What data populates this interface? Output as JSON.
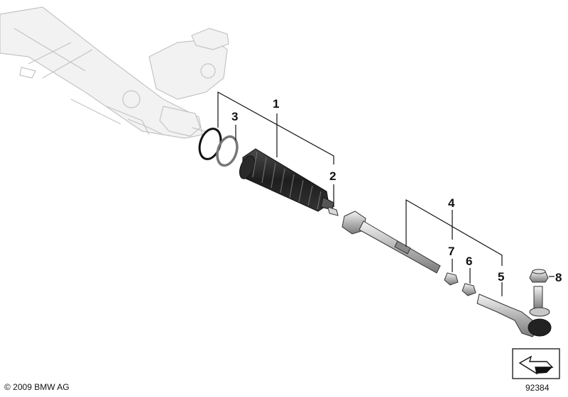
{
  "callouts": [
    {
      "id": "1",
      "label": "1"
    },
    {
      "id": "2",
      "label": "2"
    },
    {
      "id": "3",
      "label": "3"
    },
    {
      "id": "4",
      "label": "4"
    },
    {
      "id": "5",
      "label": "5"
    },
    {
      "id": "6",
      "label": "6"
    },
    {
      "id": "7",
      "label": "7"
    },
    {
      "id": "8",
      "label": "8"
    }
  ],
  "footer": {
    "copyright": "© 2009 BMW AG",
    "diagram_number": "92384"
  },
  "icons": {
    "orientation": "orientation-arrow-icon"
  }
}
